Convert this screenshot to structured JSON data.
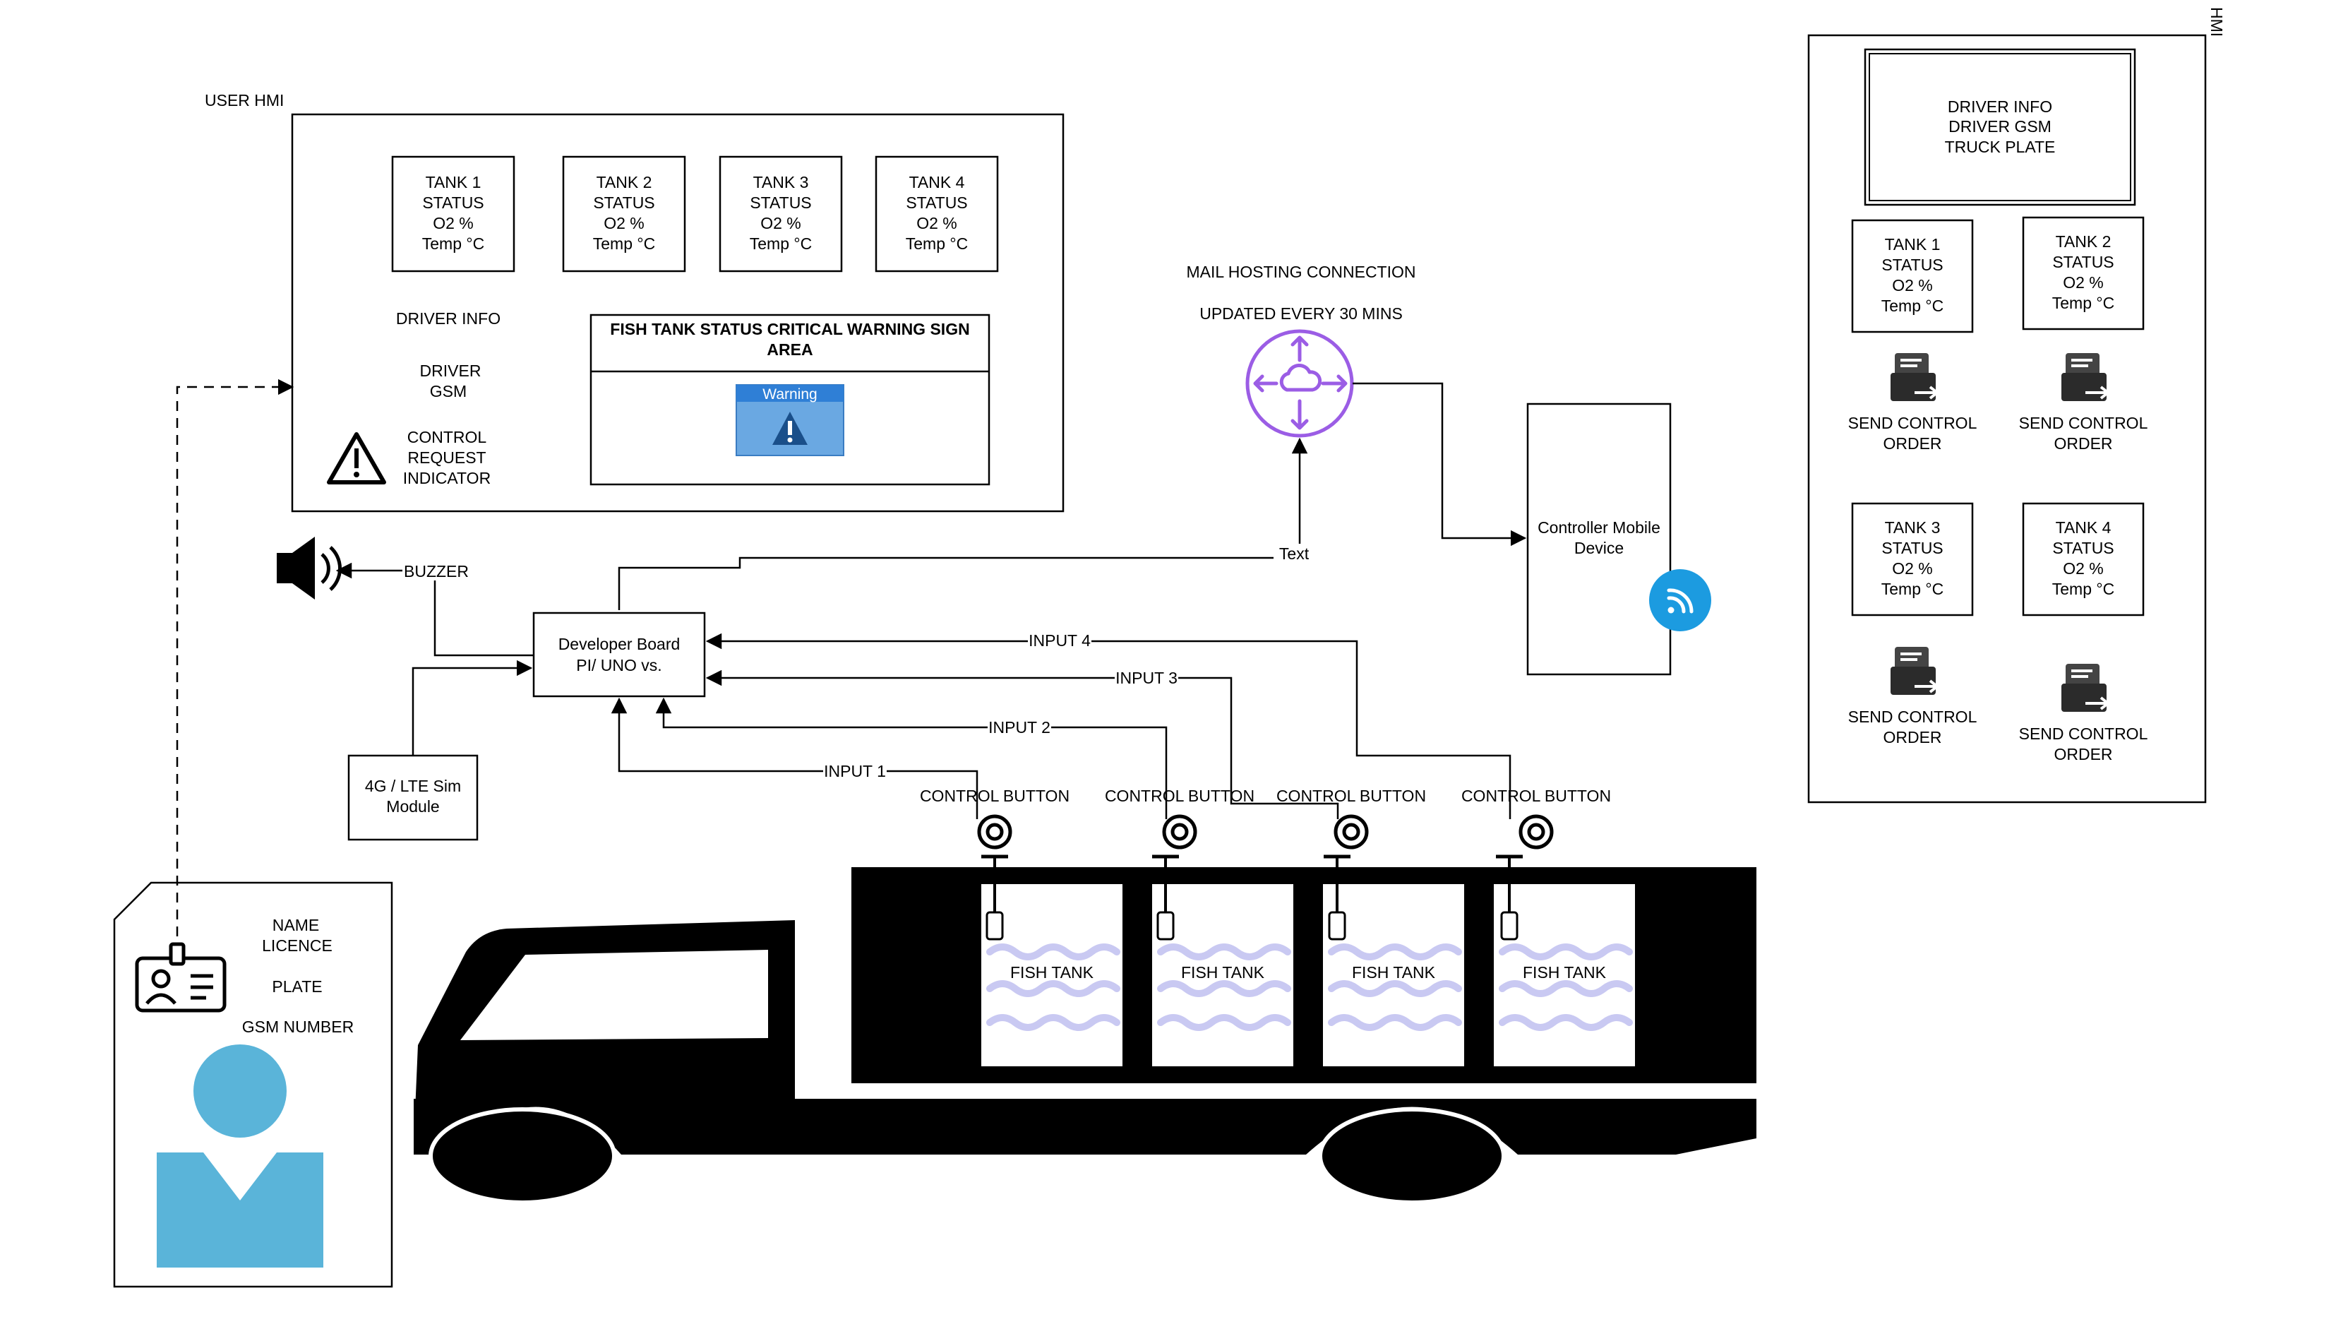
{
  "user_hmi": {
    "title": "USER HMI",
    "tanks": [
      {
        "l1": "TANK 1",
        "l2": "STATUS",
        "l3": "O2 %",
        "l4": "Temp °C"
      },
      {
        "l1": "TANK 2",
        "l2": "STATUS",
        "l3": "O2 %",
        "l4": "Temp °C"
      },
      {
        "l1": "TANK 3",
        "l2": "STATUS",
        "l3": "O2 %",
        "l4": "Temp °C"
      },
      {
        "l1": "TANK 4",
        "l2": "STATUS",
        "l3": "O2 %",
        "l4": "Temp °C"
      }
    ],
    "driver_info": "DRIVER INFO",
    "driver_gsm_1": "DRIVER",
    "driver_gsm_2": "GSM",
    "control_request_1": "CONTROL",
    "control_request_2": "REQUEST",
    "control_request_3": "INDICATOR",
    "warning_area_1": "FISH TANK STATUS CRITICAL WARNING SIGN",
    "warning_area_2": "AREA",
    "warning_label": "Warning"
  },
  "mail": {
    "line1": "MAIL HOSTING CONNECTION",
    "line2": "UPDATED EVERY 30 MINS",
    "edge_label": "Text"
  },
  "controller": {
    "l1": "Controller Mobile",
    "l2": "Device"
  },
  "buzzer": "BUZZER",
  "dev_board": {
    "l1": "Developer Board",
    "l2": "PI/ UNO vs."
  },
  "sim_module": {
    "l1": "4G / LTE Sim",
    "l2": "Module"
  },
  "inputs": [
    "INPUT 1",
    "INPUT 2",
    "INPUT 3",
    "INPUT 4"
  ],
  "control_button": "CONTROL BUTTON",
  "fish_tank": "FISH TANK",
  "id_card": {
    "name": "NAME",
    "licence": "LICENCE",
    "plate": "PLATE",
    "gsm": "GSM NUMBER"
  },
  "hmi": {
    "title": "HMI",
    "driver_box": {
      "l1": "DRIVER INFO",
      "l2": "DRIVER GSM",
      "l3": "TRUCK PLATE"
    },
    "tanks": [
      {
        "l1": "TANK 1",
        "l2": "STATUS",
        "l3": "O2 %",
        "l4": "Temp °C"
      },
      {
        "l1": "TANK 2",
        "l2": "STATUS",
        "l3": "O2 %",
        "l4": "Temp °C"
      },
      {
        "l1": "TANK 3",
        "l2": "STATUS",
        "l3": "O2 %",
        "l4": "Temp °C"
      },
      {
        "l1": "TANK 4",
        "l2": "STATUS",
        "l3": "O2 %",
        "l4": "Temp °C"
      }
    ],
    "send_1": "SEND CONTROL",
    "send_2": "ORDER"
  },
  "colors": {
    "accent": "#5ab4d9",
    "warning_blue": "#5f9fdc",
    "purple": "#9b5de5",
    "line": "#000000"
  },
  "icons": [
    "warning-icon",
    "speaker-icon",
    "cloud-router-icon",
    "wifi-icon",
    "id-card-icon",
    "person-icon",
    "mail-send-icon",
    "button-icon",
    "truck-icon"
  ]
}
